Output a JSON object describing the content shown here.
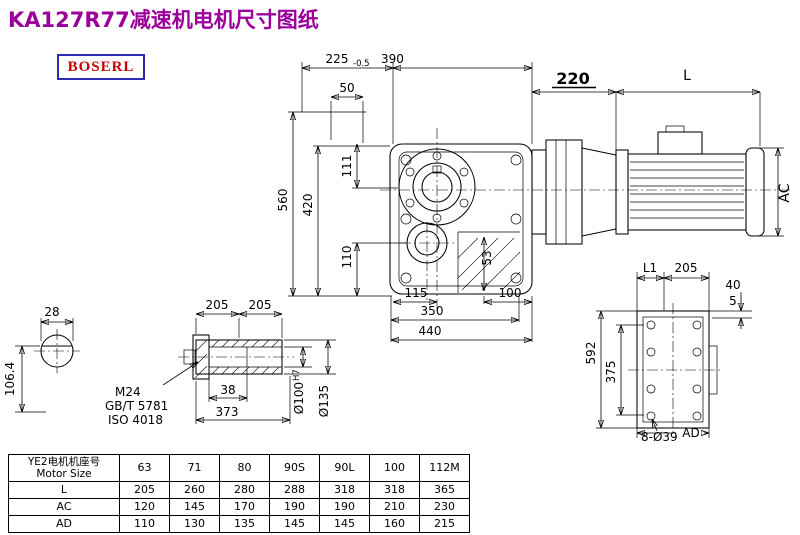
{
  "page": {
    "title": "KA127R77减速机电机尺寸图纸",
    "brand": "BOSERL"
  },
  "dims": {
    "d225": "225",
    "d225_tol": "-0.5",
    "d390": "390",
    "d50": "50",
    "d220": "220",
    "dL": "L",
    "d560": "560",
    "d420": "420",
    "d111": "111",
    "d110": "110",
    "d115": "115",
    "d53": "53",
    "d100": "100",
    "d350": "350",
    "d440": "440",
    "dAC": "AC",
    "d28": "28",
    "d106_4": "106.4",
    "d205a": "205",
    "d205b": "205",
    "m24": "M24",
    "gbt": "GB/T 5781",
    "iso": "ISO 4018",
    "d38": "38",
    "d373": "373",
    "d100h7": "Ø100",
    "d100h7_sup": "H7",
    "d135": "Ø135",
    "dL1": "L1",
    "d205c": "205",
    "d40": "40",
    "d5": "5",
    "d592": "592",
    "d375": "375",
    "d8x39": "8-Ø39",
    "dAD": "AD"
  },
  "table": {
    "header_cn": "YE2电机机座号",
    "header_en": "Motor Size",
    "sizes": [
      "63",
      "71",
      "80",
      "90S",
      "90L",
      "100",
      "112M"
    ],
    "rows": [
      {
        "label": "L",
        "values": [
          "205",
          "260",
          "280",
          "288",
          "318",
          "318",
          "365"
        ]
      },
      {
        "label": "AC",
        "values": [
          "120",
          "145",
          "170",
          "190",
          "190",
          "210",
          "230"
        ]
      },
      {
        "label": "AD",
        "values": [
          "110",
          "130",
          "135",
          "145",
          "145",
          "160",
          "215"
        ]
      }
    ]
  }
}
